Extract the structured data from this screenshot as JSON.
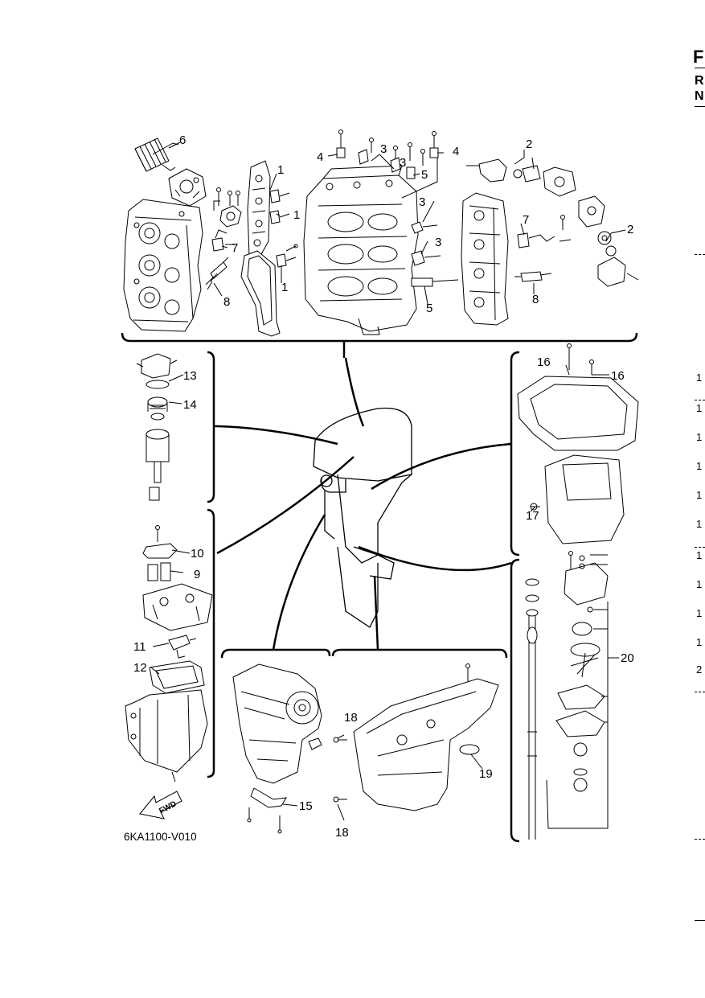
{
  "figure_code": "6KA1100-V010",
  "fwd_label": "FWD",
  "edge": {
    "letter_f": "F",
    "letter_r": "R",
    "letter_n": "N",
    "numbers": [
      "1",
      "1",
      "1",
      "1",
      "1",
      "1",
      "1",
      "1",
      "1",
      "1",
      "2"
    ]
  },
  "callouts": {
    "c1a": "1",
    "c1b": "1",
    "c1c": "1",
    "c2a": "2",
    "c2b": "2",
    "c3a": "3",
    "c3b": "3",
    "c3c": "3",
    "c3d": "3",
    "c4a": "4",
    "c4b": "4",
    "c5a": "5",
    "c5b": "5",
    "c6": "6",
    "c7a": "7",
    "c7b": "7",
    "c8a": "8",
    "c8b": "8",
    "c9": "9",
    "c10": "10",
    "c11": "11",
    "c12": "12",
    "c13": "13",
    "c14": "14",
    "c15": "15",
    "c16a": "16",
    "c16b": "16",
    "c17": "17",
    "c18a": "18",
    "c18b": "18",
    "c19": "19",
    "c20": "20"
  }
}
